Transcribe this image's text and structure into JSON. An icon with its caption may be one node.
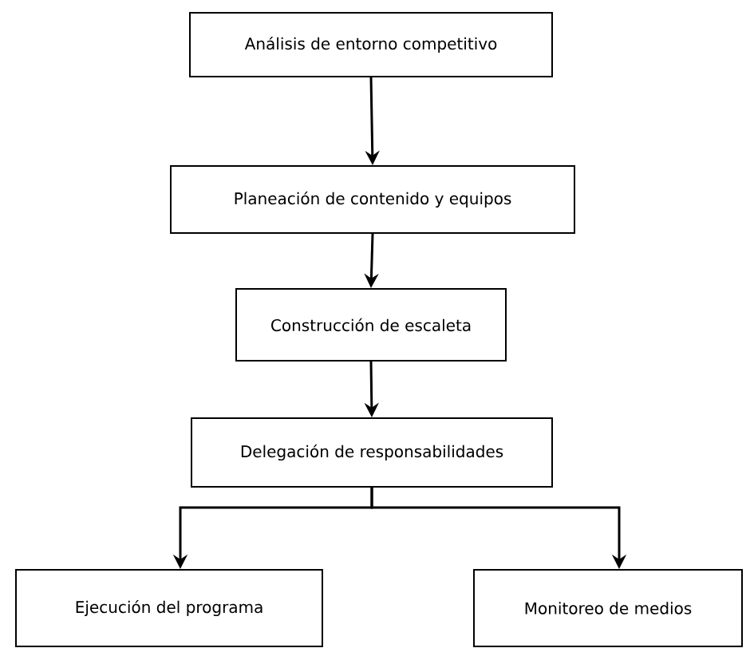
{
  "diagram": {
    "nodes": [
      {
        "text": [
          "Análisis de entorno competitivo"
        ]
      },
      {
        "text": [
          "Planeación de contenido y equipos"
        ]
      },
      {
        "text": [
          "Construcción de escaleta"
        ]
      },
      {
        "text": [
          "Delegación de responsabilidades"
        ]
      },
      {
        "text": [
          "Ejecución del programa"
        ]
      },
      {
        "text": [
          "Monitoreo de medios"
        ]
      }
    ],
    "edges": [
      {
        "from": 0,
        "to": 1,
        "arrow": "to"
      },
      {
        "from": 1,
        "to": 2,
        "arrow": "to"
      },
      {
        "from": 2,
        "to": 3,
        "arrow": "to"
      },
      {
        "from": 3,
        "to": 4,
        "arrow": "to"
      },
      {
        "from": 3,
        "to": 5,
        "arrow": "to"
      }
    ]
  }
}
